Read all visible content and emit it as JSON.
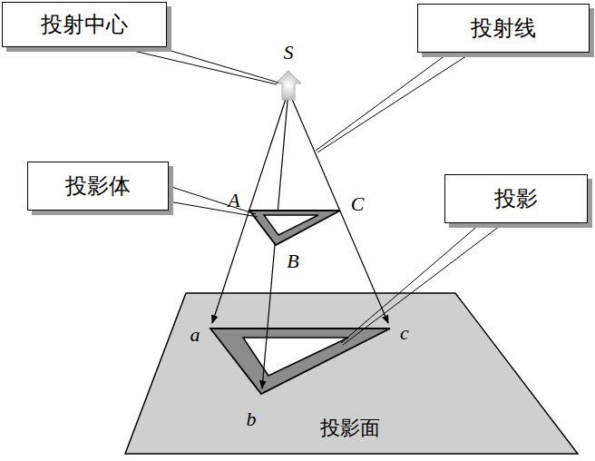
{
  "diagram": {
    "nodes": [
      {
        "text": [
          "投射中心"
        ]
      },
      {
        "text": [
          "投射线"
        ]
      },
      {
        "text": [
          "投影体"
        ]
      },
      {
        "text": [
          "投影"
        ]
      }
    ],
    "labels": [
      "S",
      "A",
      "B",
      "C",
      "a",
      "b",
      "c",
      "投影面"
    ]
  }
}
